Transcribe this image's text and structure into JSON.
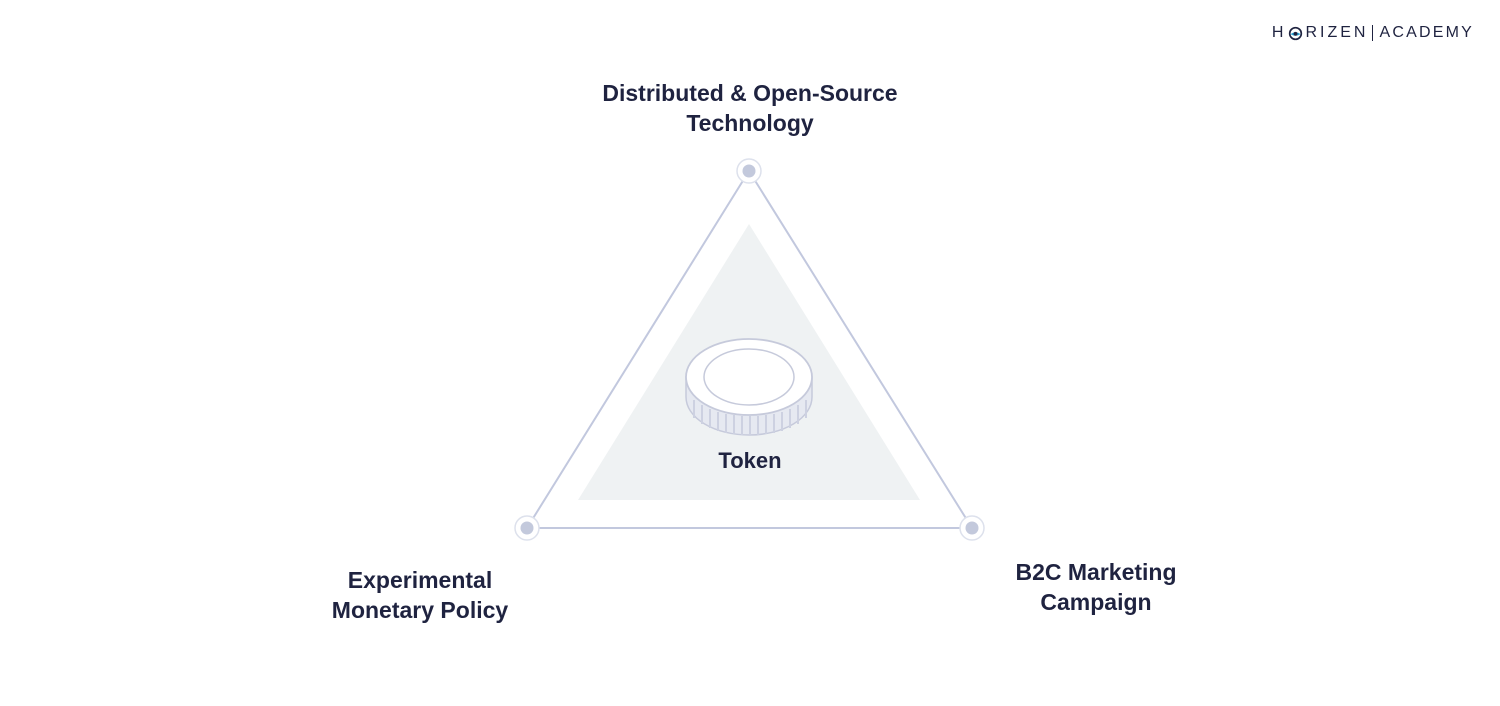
{
  "logo": {
    "brand_left": "H",
    "brand_right": "RIZEN",
    "academy": "ACADEMY"
  },
  "diagram": {
    "top_vertex": {
      "line1": "Distributed & Open-Source",
      "line2": "Technology"
    },
    "left_vertex": {
      "line1": "Experimental",
      "line2": "Monetary Policy"
    },
    "right_vertex": {
      "line1": "B2C Marketing",
      "line2": "Campaign"
    },
    "center": {
      "label": "Token",
      "icon": "coin-icon"
    }
  },
  "colors": {
    "text": "#1f2340",
    "triangle_stroke": "#c2c8de",
    "inner_triangle_fill": "#eff2f3",
    "node_fill": "#c3c9dc",
    "coin_stroke": "#c6cadb"
  }
}
